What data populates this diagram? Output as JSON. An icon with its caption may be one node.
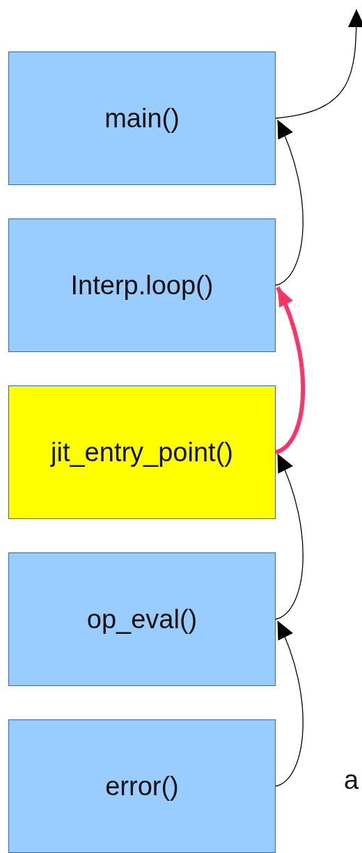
{
  "diagram": {
    "nodes": [
      {
        "text": [
          "main()"
        ]
      },
      {
        "text": [
          "Interp.loop()"
        ]
      },
      {
        "text": [
          "jit_entry_point()"
        ]
      },
      {
        "text": [
          "op_eval()"
        ]
      },
      {
        "text": [
          "error()"
        ]
      }
    ],
    "edges": [
      {
        "from": 0,
        "to": null,
        "arrow": "to"
      },
      {
        "from": 1,
        "to": 0,
        "arrow": "to"
      },
      {
        "from": 2,
        "to": 1,
        "arrow": "to",
        "style": "thick",
        "color": "#ff3366"
      },
      {
        "from": 3,
        "to": 2,
        "arrow": "to"
      },
      {
        "from": 4,
        "to": 3,
        "arrow": "to"
      }
    ],
    "labels": [
      "a"
    ]
  }
}
